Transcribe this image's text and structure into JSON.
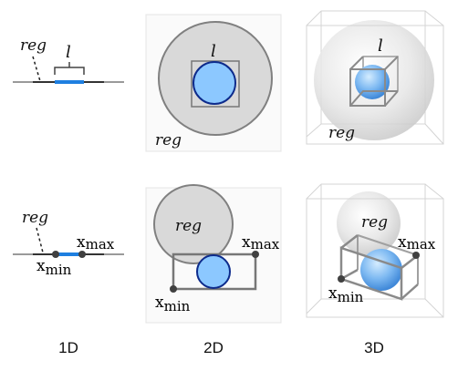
{
  "colors": {
    "region_fill": "#d9d9d9",
    "region_stroke": "#808080",
    "inner_fill": "#8cc8ff",
    "inner_stroke": "#0d2b8c",
    "line_blue": "#1e7fe0",
    "box_stroke": "#8a8a8a",
    "point": "#404040"
  },
  "labels": {
    "reg": "reg",
    "l": "l",
    "x": "x",
    "min": "min",
    "max": "max"
  },
  "columns": [
    "1D",
    "2D",
    "3D"
  ]
}
